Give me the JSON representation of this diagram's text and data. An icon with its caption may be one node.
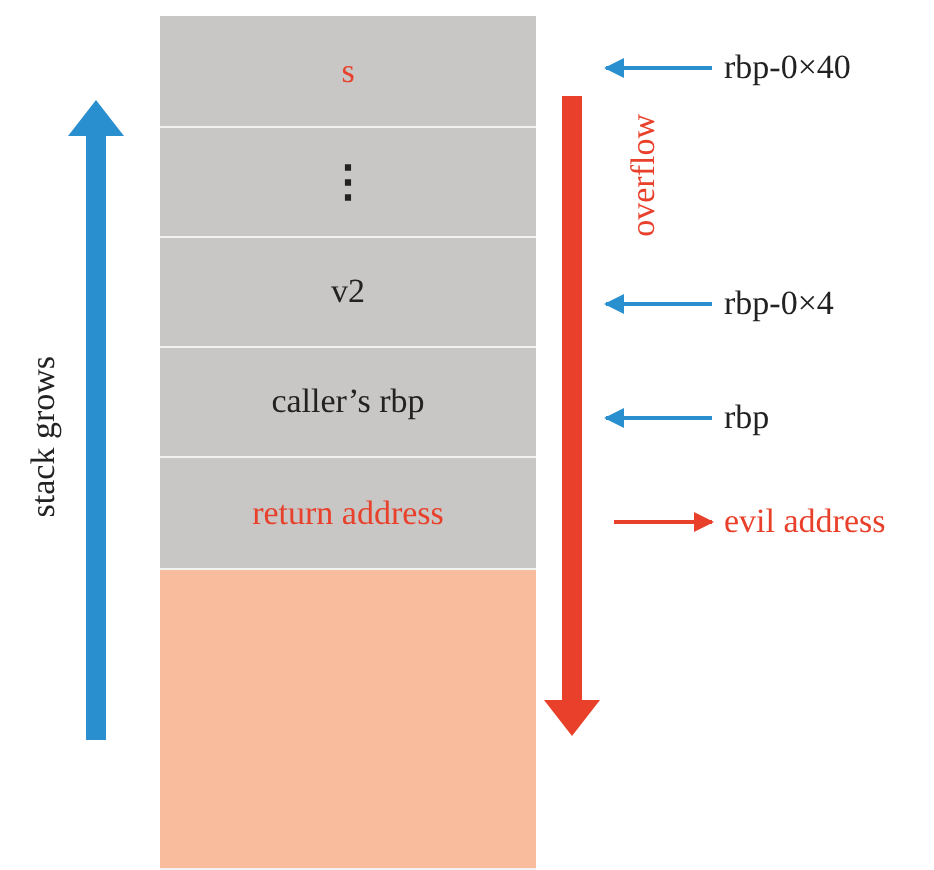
{
  "diagram": {
    "nodes": [
      {
        "text": [
          "s"
        ]
      },
      {
        "text": [
          "⋮"
        ]
      },
      {
        "text": [
          "v2"
        ]
      },
      {
        "text": [
          "caller’s rbp"
        ]
      },
      {
        "text": [
          "return address"
        ]
      },
      {
        "text": [],
        "shape": "box"
      },
      {
        "text": [
          "rbp-0×40"
        ]
      },
      {
        "text": [
          "rbp-0×4"
        ]
      },
      {
        "text": [
          "rbp"
        ]
      },
      {
        "text": [
          "evil address"
        ]
      }
    ],
    "edges": [
      {
        "from": 6,
        "to": null,
        "arrow": "to"
      },
      {
        "from": 7,
        "to": null,
        "arrow": "to"
      },
      {
        "from": 8,
        "to": null,
        "arrow": "to"
      },
      {
        "from": null,
        "to": 9,
        "arrow": "to",
        "color": "#e8402a"
      }
    ],
    "labels": [
      "stack grows",
      "overflow"
    ]
  }
}
